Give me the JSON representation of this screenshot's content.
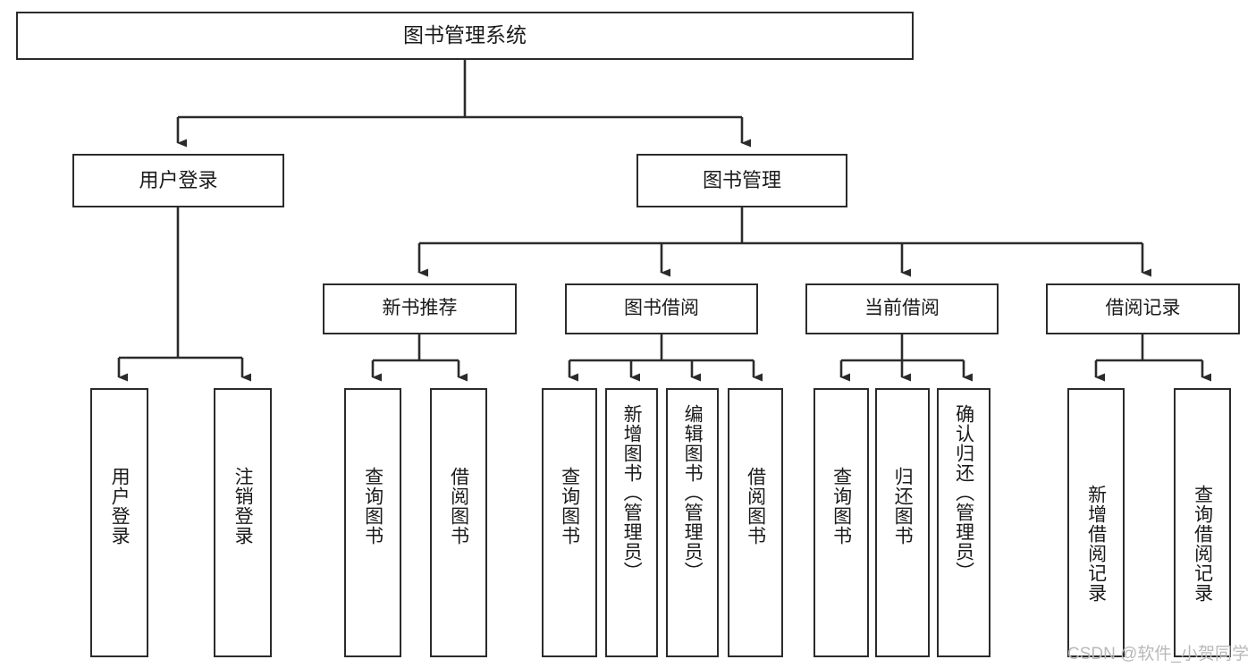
{
  "diagram": {
    "type": "tree-hierarchy",
    "title": "图书管理系统",
    "watermark": "CSDN @软件_小贺同学",
    "colors": {
      "stroke": "#2b2b2b",
      "background": "#ffffff",
      "text": "#1a1a1a",
      "watermark": "#b9b9b9"
    },
    "root": {
      "label": "图书管理系统"
    },
    "level2": [
      {
        "label": "用户登录"
      },
      {
        "label": "图书管理"
      }
    ],
    "level3": [
      {
        "label": "新书推荐"
      },
      {
        "label": "图书借阅"
      },
      {
        "label": "当前借阅"
      },
      {
        "label": "借阅记录"
      }
    ],
    "leaves": {
      "user_login": [
        {
          "label": "用户登录"
        },
        {
          "label": "注销登录"
        }
      ],
      "new_book_recommend": [
        {
          "label": "查询图书"
        },
        {
          "label": "借阅图书"
        }
      ],
      "book_borrow": [
        {
          "label": "查询图书"
        },
        {
          "label": "新增图书（管理员）"
        },
        {
          "label": "编辑图书（管理员）"
        },
        {
          "label": "借阅图书"
        }
      ],
      "current_borrow": [
        {
          "label": "查询图书"
        },
        {
          "label": "归还图书"
        },
        {
          "label": "确认归还（管理员）"
        }
      ],
      "borrow_record": [
        {
          "label": "新增借阅记录"
        },
        {
          "label": "查询借阅记录"
        }
      ]
    }
  }
}
